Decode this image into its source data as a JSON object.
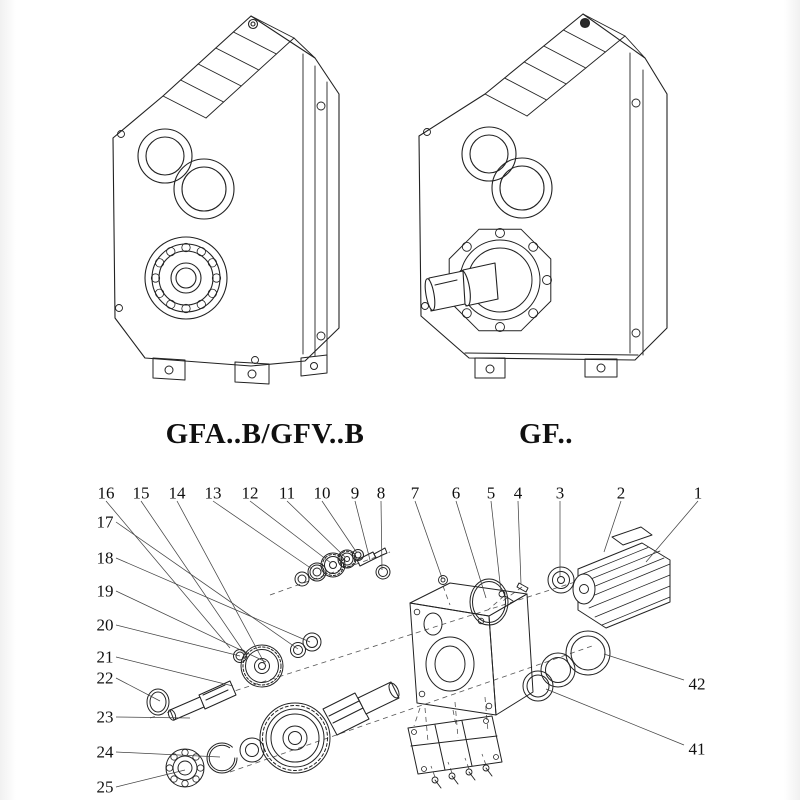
{
  "figures": {
    "left": {
      "label": "GFA..B/GFV..B"
    },
    "right": {
      "label": "GF.."
    }
  },
  "exploded": {
    "callouts_top": [
      "16",
      "15",
      "14",
      "13",
      "12",
      "11",
      "10",
      "9",
      "8",
      "7",
      "6",
      "5",
      "4",
      "3",
      "2",
      "1"
    ],
    "callouts_left": [
      "17",
      "18",
      "19",
      "20",
      "21",
      "22",
      "23",
      "24",
      "25"
    ],
    "callouts_right": [
      "42",
      "41"
    ]
  },
  "colors": {
    "line": "#222222",
    "leader": "#444444",
    "text": "#101010",
    "background": "#ffffff"
  }
}
